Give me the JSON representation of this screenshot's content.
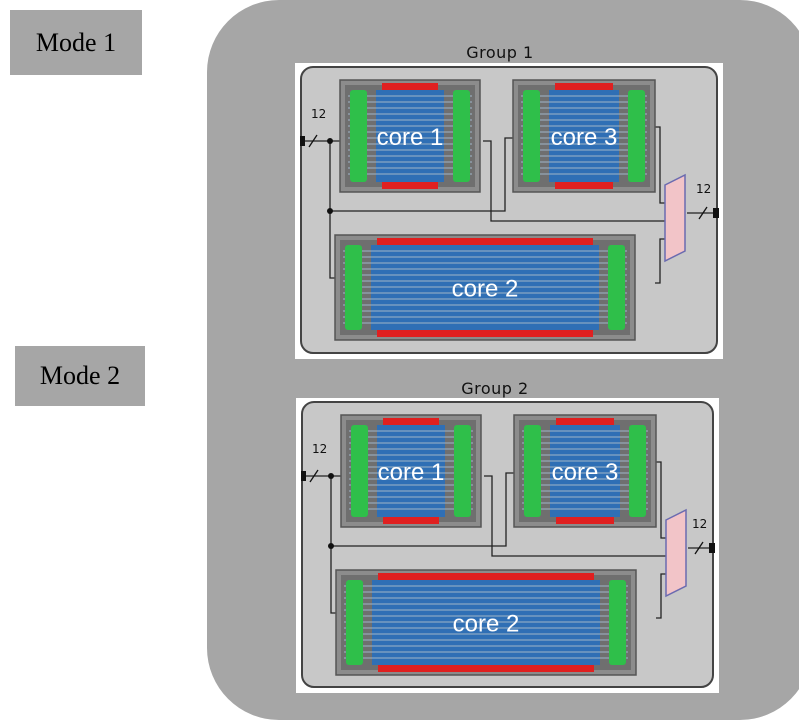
{
  "modes": [
    {
      "label": "Mode 1"
    },
    {
      "label": "Mode 2"
    }
  ],
  "groups": [
    {
      "title": "Group 1",
      "bus_width_in": "12",
      "bus_width_out": "12",
      "cores": [
        {
          "label": "core 1"
        },
        {
          "label": "core 3"
        },
        {
          "label": "core 2"
        }
      ]
    },
    {
      "title": "Group 2",
      "bus_width_in": "12",
      "bus_width_out": "12",
      "cores": [
        {
          "label": "core 1"
        },
        {
          "label": "core 3"
        },
        {
          "label": "core 2"
        }
      ]
    }
  ],
  "colors": {
    "outer_panel": "#a6a6a6",
    "group_panel": "#c8c8c8",
    "core_frame": "#8c8c8c",
    "core_body": "#2f6fb5",
    "core_red_bar": "#e02020",
    "core_green_bar": "#2fbf4a",
    "mux_fill": "#f2c4c8",
    "mux_stroke": "#6b6bb0"
  }
}
